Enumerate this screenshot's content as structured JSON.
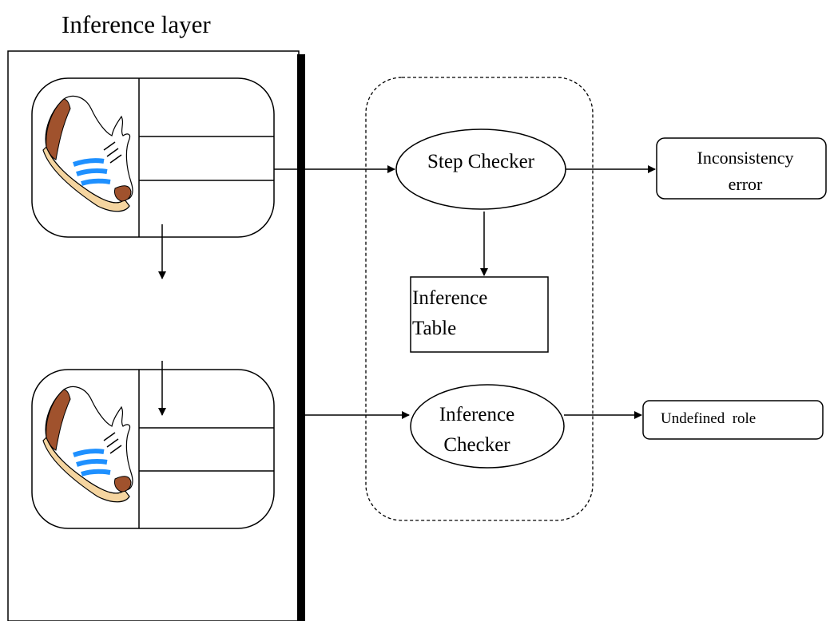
{
  "title": "Inference layer",
  "nodes": {
    "step_checker": "Step Checker",
    "inference_table": [
      "Inference",
      "Table"
    ],
    "inference_checker": [
      "Inference",
      "Checker"
    ],
    "inconsistency_error": [
      "Inconsistency",
      "error"
    ],
    "undefined_role": "Undefined  role"
  },
  "icons": {
    "step_icon_top": "sneaker-icon",
    "step_icon_bottom": "sneaker-icon"
  },
  "colors": {
    "line": "#000000",
    "shoe_brown": "#a0522d",
    "shoe_stripe": "#1e90ff",
    "shoe_sole": "#f5d5a0"
  }
}
